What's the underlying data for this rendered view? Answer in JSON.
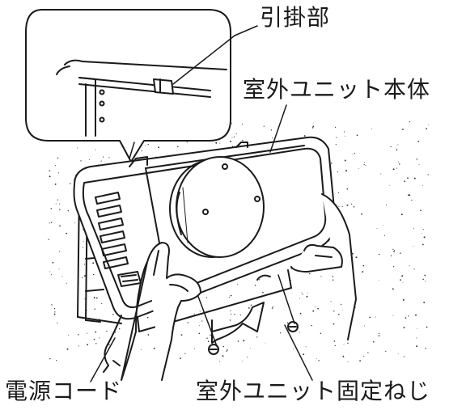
{
  "labels": {
    "hook_part": "引掛部",
    "outdoor_unit_body": "室外ユニット本体",
    "power_cord": "電源コード",
    "fixing_screw": "室外ユニット固定ねじ"
  },
  "colors": {
    "line": "#1a1a1a",
    "background": "#ffffff"
  }
}
